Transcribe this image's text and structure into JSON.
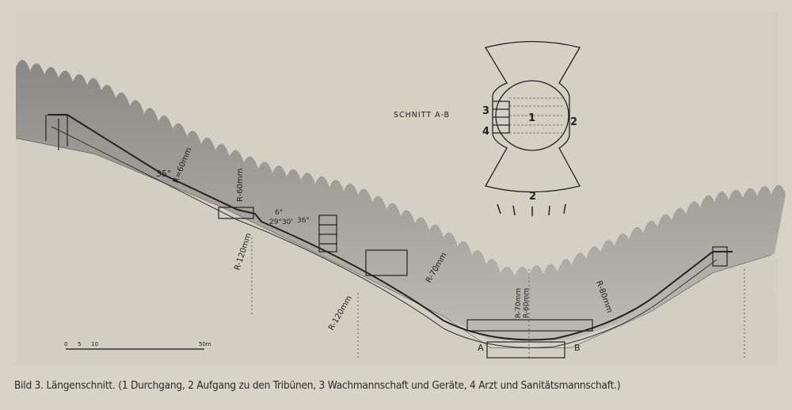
{
  "caption": "Bild 3. Längenschnitt. (1 Durchgang, 2 Aufgang zu den Tribünen, 3 Wachmannschaft und Geräte, 4 Arzt  und Sanitätsmannschaft.)",
  "plan": {
    "title": "SCHNITT A-B",
    "labels": [
      "1",
      "2",
      "3",
      "4",
      "2"
    ]
  },
  "annotations": {
    "angle_35": "35°",
    "radius_top": "R=60mm",
    "radius_mid": "R-60mm",
    "angle_6": "6°",
    "angle_29": "29°30'",
    "angle_36": "36°",
    "radius_120a": "R-120mm",
    "radius_120b": "R-120mm",
    "radius_70a": "R-70mm",
    "radius_70b": "R-70mm",
    "radius_60b": "R-60mm",
    "radius_80": "R-80mm",
    "point_a": "A",
    "point_b": "B"
  },
  "scale_bar": {
    "ticks": [
      "0",
      "5",
      "10",
      "50m"
    ]
  },
  "colors": {
    "paper": "#d8d3c7",
    "panel": "#d4d0c4",
    "ink": "#222222",
    "trees": "#8d8d88"
  }
}
